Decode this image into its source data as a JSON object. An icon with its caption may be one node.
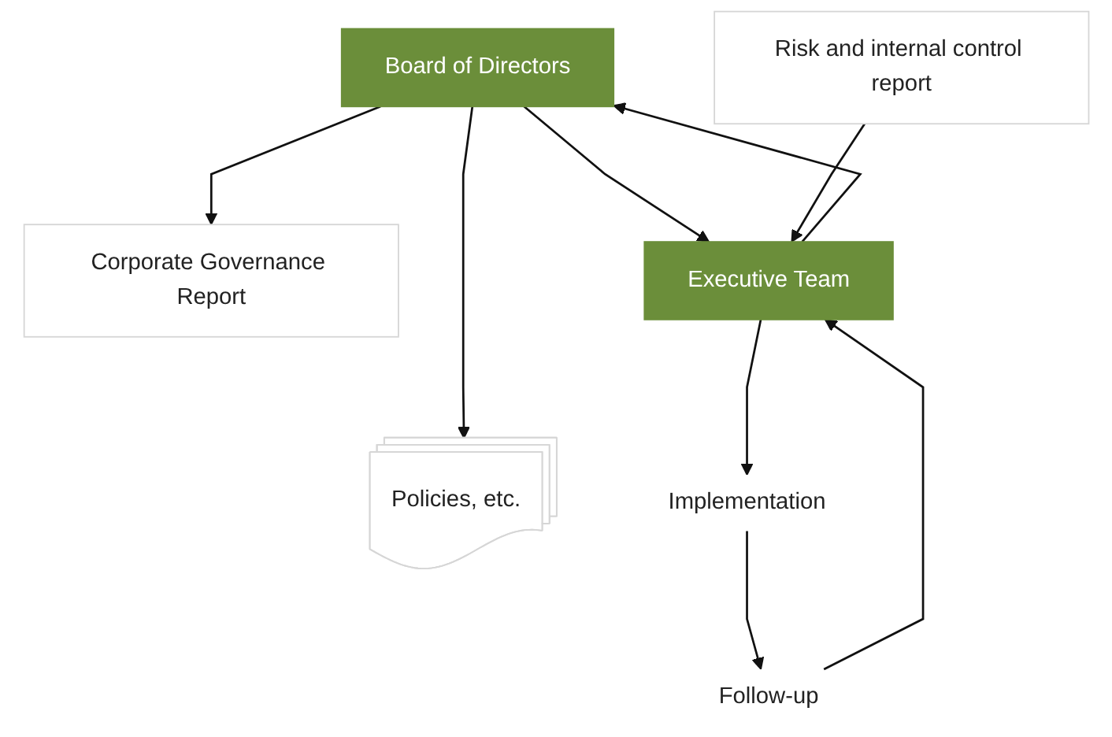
{
  "diagram": {
    "nodes": [
      {
        "text": [
          "Board of Directors"
        ]
      },
      {
        "text": [
          "Corporate Governance Report"
        ]
      },
      {
        "text": [
          "Executive Team"
        ]
      },
      {
        "text": [
          "Policies, etc."
        ]
      },
      {
        "text": [
          "Risk and internal control report"
        ]
      },
      {
        "text": [
          "Implementation"
        ]
      },
      {
        "text": [
          "Follow-up"
        ]
      }
    ],
    "edges": [
      {
        "from": 0,
        "to": 1,
        "arrow": "to"
      },
      {
        "from": 0,
        "to": 2,
        "arrow": "to"
      },
      {
        "from": 2,
        "to": 0,
        "arrow": "to"
      },
      {
        "from": 0,
        "to": 3,
        "arrow": "to"
      },
      {
        "from": 4,
        "to": 2,
        "arrow": "to"
      },
      {
        "from": 2,
        "to": 5,
        "arrow": "to"
      },
      {
        "from": 5,
        "to": 6,
        "arrow": "to"
      },
      {
        "from": 6,
        "to": 2,
        "arrow": "to"
      }
    ]
  }
}
